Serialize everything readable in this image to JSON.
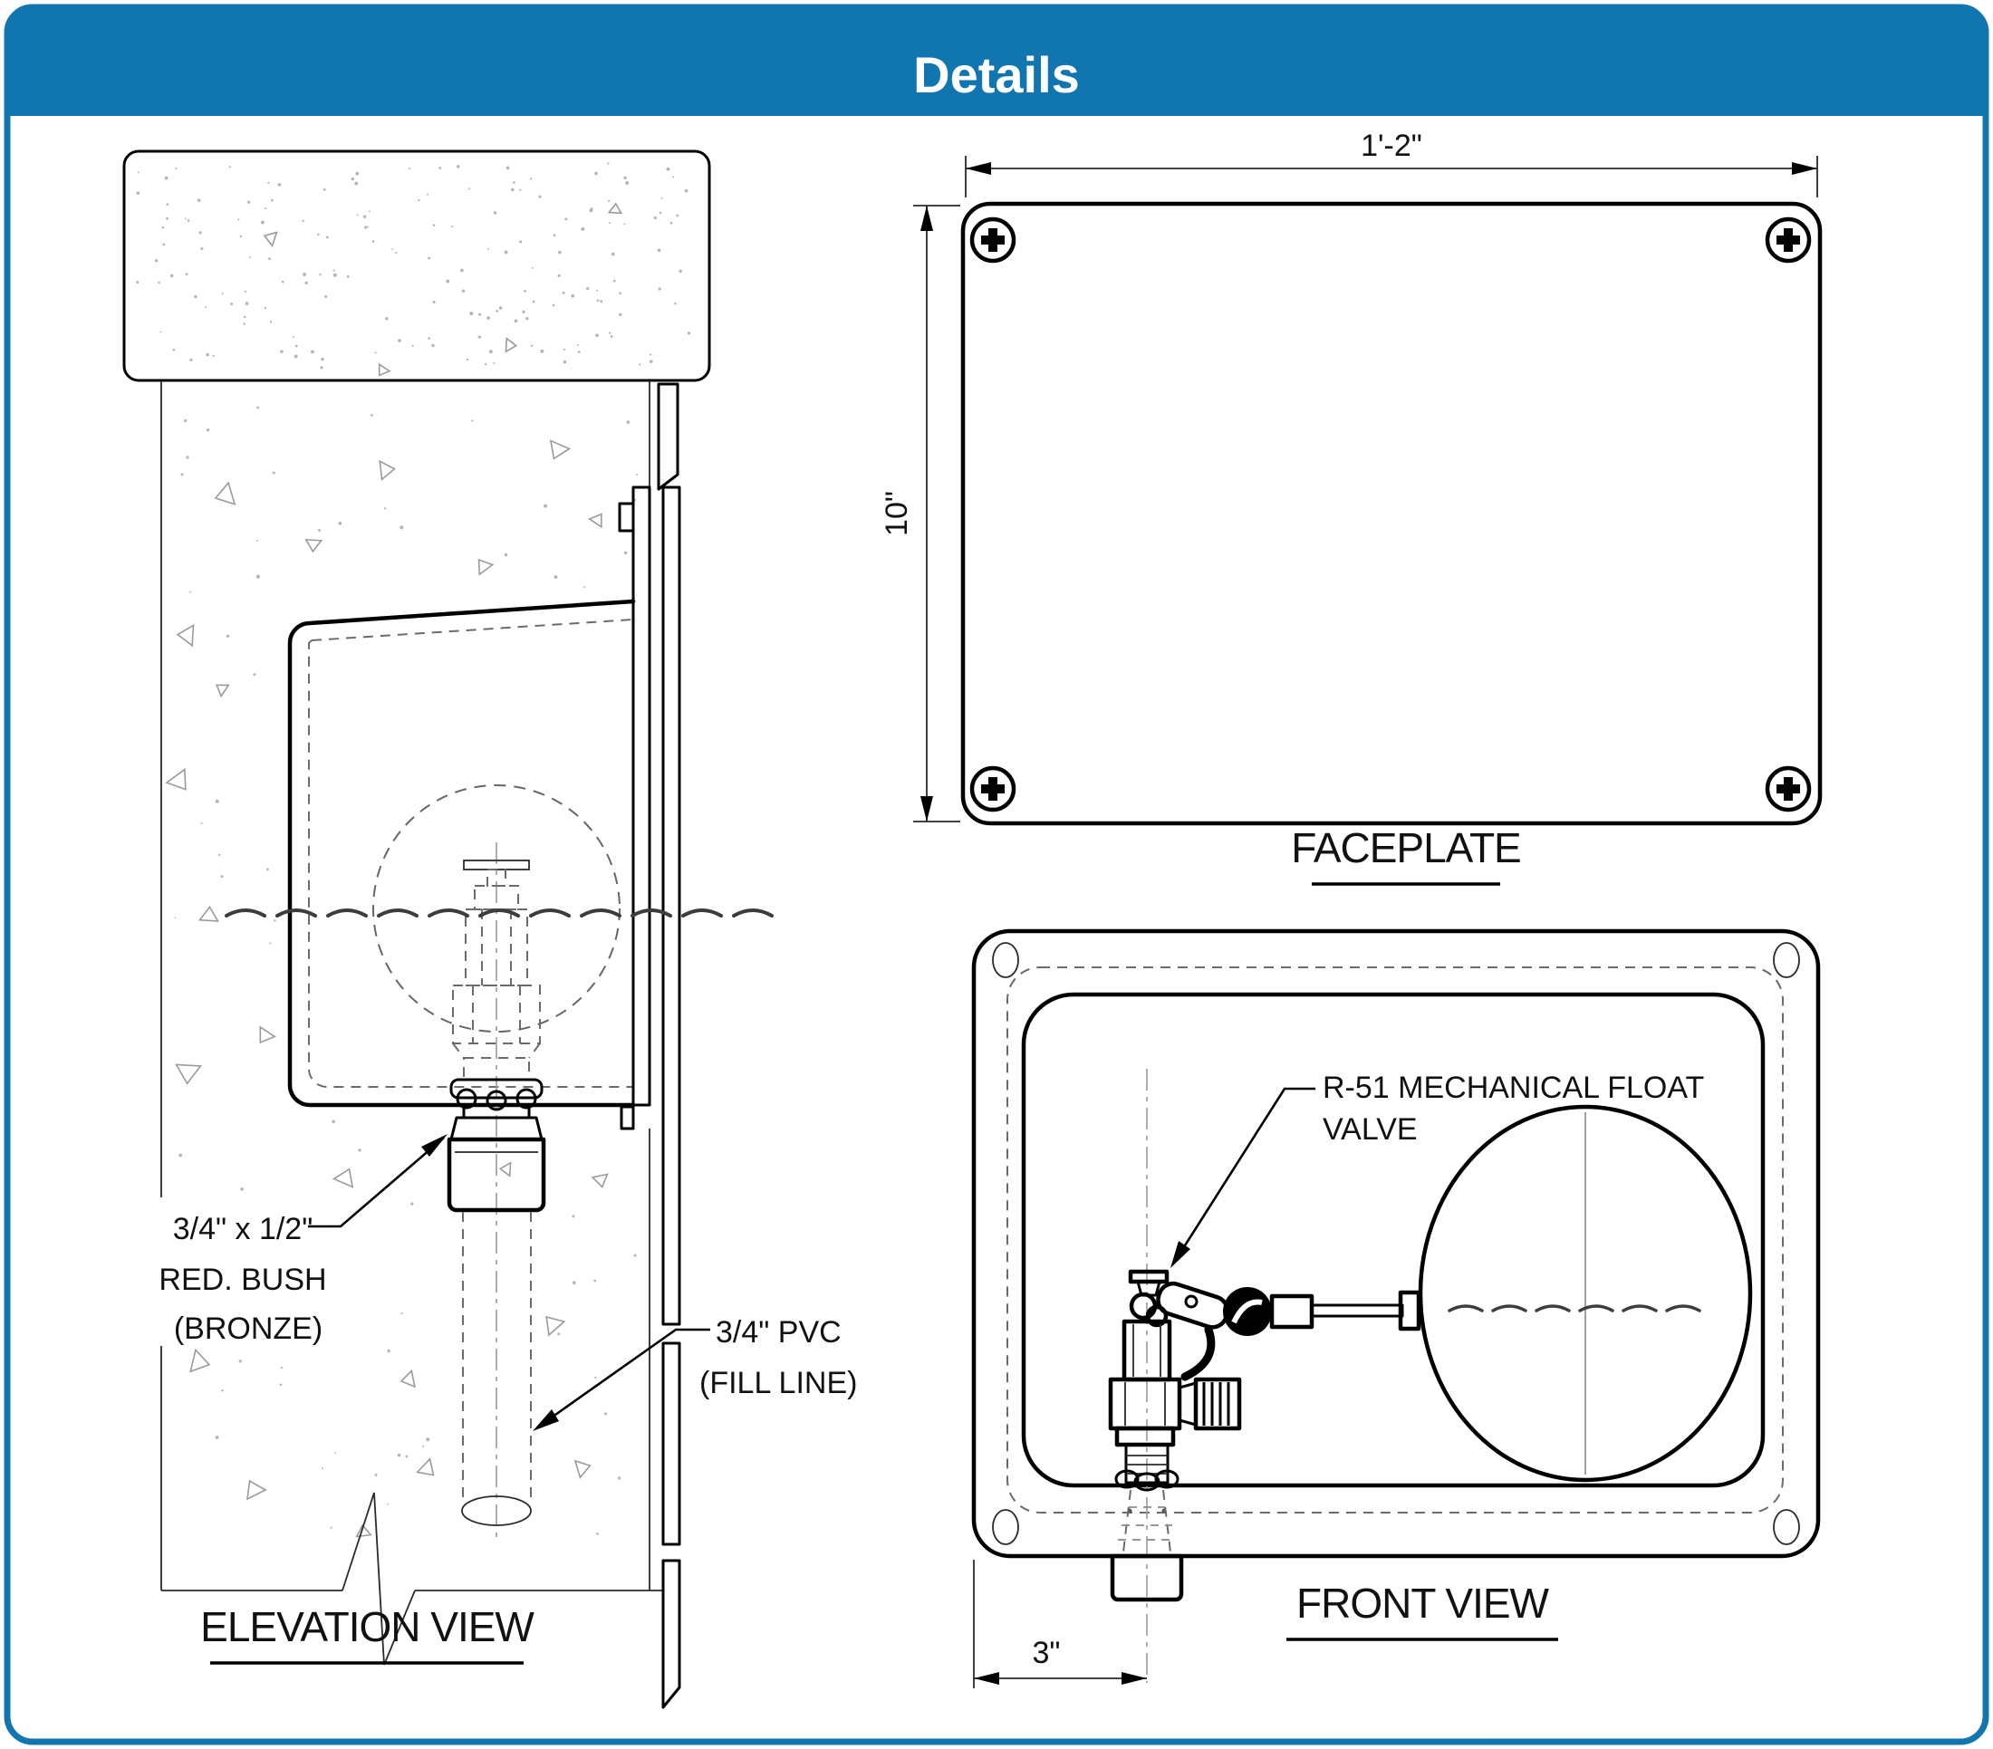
{
  "header": {
    "title": "Details"
  },
  "colors": {
    "accent_blue": "#1176b0",
    "line_black": "#000000",
    "water_gray": "#3c3c3c"
  },
  "faceplate_view": {
    "label": "FACEPLATE",
    "dim_width": "1'-2\"",
    "dim_height": "10\""
  },
  "front_view": {
    "label": "FRONT VIEW",
    "valve_note": [
      "R-51 MECHANICAL FLOAT",
      "VALVE"
    ],
    "dim_offset": "3\""
  },
  "elevation_view": {
    "label": "ELEVATION VIEW",
    "bushing_note": [
      "3/4\" x 1/2\"",
      "RED. BUSH",
      "(BRONZE)"
    ],
    "pvc_note": [
      "3/4\" PVC",
      "(FILL LINE)"
    ]
  }
}
